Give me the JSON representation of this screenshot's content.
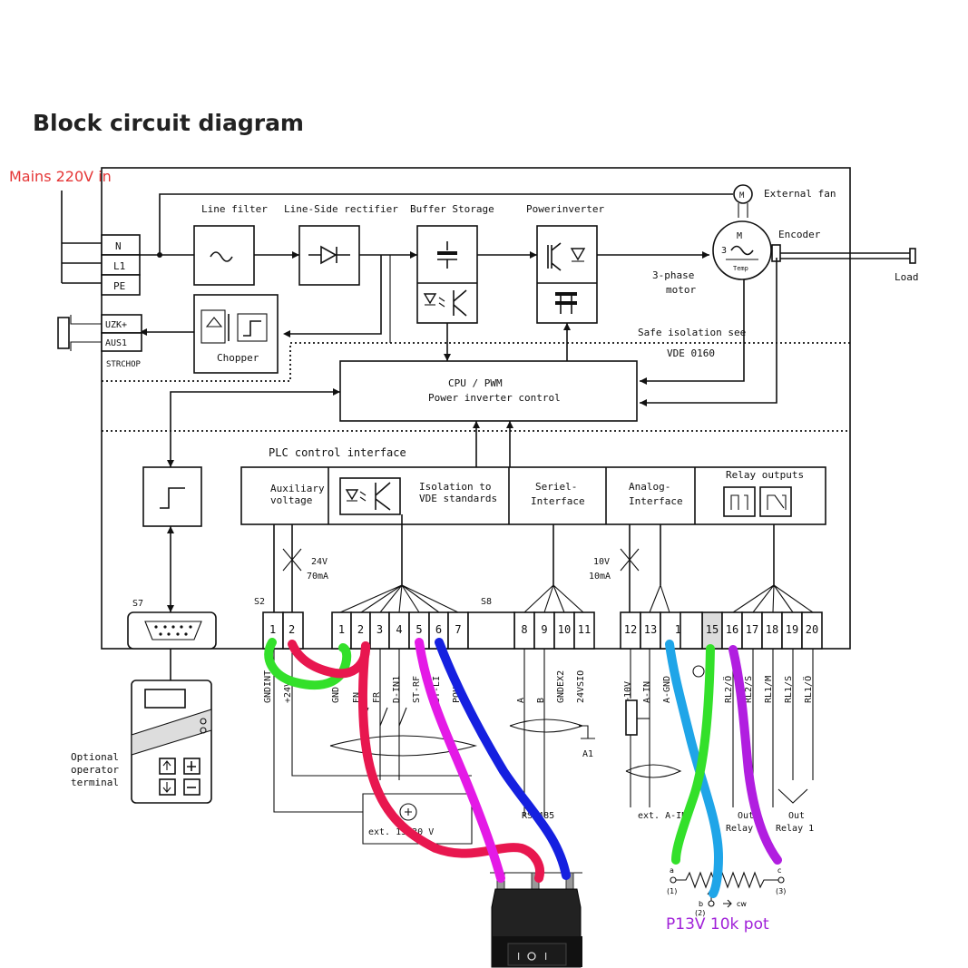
{
  "title": "Block circuit diagram",
  "annotations": {
    "mains": "Mains 220V in",
    "pot": "P13V 10k pot"
  },
  "power_stage": {
    "line_filter": "Line filter",
    "line_side_rectifier": "Line-Side rectifier",
    "buffer_storage": "Buffer Storage",
    "power_inverter": "Powerinverter",
    "external_fan": "External fan",
    "encoder": "Encoder",
    "load": "Load",
    "motor": "3-phase motor",
    "motor_label": "3-phase",
    "motor_label2": "motor",
    "motor_m": "M",
    "motor_3": "3",
    "motor_temp": "Temp",
    "fan_m": "M",
    "chopper": "Chopper",
    "safe_isolation": "Safe isolation see",
    "vde": "VDE 0160"
  },
  "mains_terminals": [
    "N",
    "L1",
    "PE"
  ],
  "brake_terminals": [
    "UZK+",
    "AUS1"
  ],
  "strchop": "STRCHOP",
  "cpu": {
    "line1": "CPU / PWM",
    "line2": "Power inverter control"
  },
  "plc": {
    "title": "PLC control interface",
    "aux_voltage_1": "Auxiliary",
    "aux_voltage_2": "voltage",
    "isolation_1": "Isolation to",
    "isolation_2": "VDE standards",
    "serial_1": "Seriel-",
    "serial_2": "Interface",
    "analog_1": "Analog-",
    "analog_2": "Interface",
    "relay": "Relay outputs",
    "v24": "24V",
    "ma70": "70mA",
    "v10": "10V",
    "ma10": "10mA"
  },
  "connectors": {
    "s7": "S7",
    "s2": "S2",
    "s8": "S8",
    "optional_terminal": [
      "Optional",
      "operator",
      "terminal"
    ]
  },
  "s2_terminals": [
    "1",
    "2"
  ],
  "s8_terminals": [
    "1",
    "2",
    "3",
    "4",
    "5",
    "6",
    "7",
    "8",
    "9",
    "10",
    "11",
    "12",
    "13",
    "14",
    "15",
    "16",
    "17",
    "18",
    "19",
    "20"
  ],
  "terminal_names": [
    "GNDINT",
    "+24V",
    "GND",
    "EN",
    "FR",
    "D-IN1",
    "ST-RF",
    "ST-LI",
    "PQUI",
    "A",
    "B",
    "GNDEX2",
    "24VSIO",
    "+10V",
    "A-IN",
    "A-GND",
    "RL2/Ö",
    "RL2/S",
    "RL1/M",
    "RL1/S",
    "RL1/Ö"
  ],
  "bottom": {
    "ext_supply": "ext. 13-30 V",
    "rs485": "RS 485",
    "a1": "A1",
    "ext_analog": "ext. A-IN",
    "out_relay2_1": "Out",
    "out_relay2_2": "Relay 2",
    "out_relay1_1": "Out",
    "out_relay1_2": "Relay 1"
  },
  "pot_labels": {
    "a": "a",
    "a1": "(1)",
    "b": "b",
    "b2": "(2)",
    "c": "c",
    "c3": "(3)",
    "cw": "cw"
  },
  "colors": {
    "annotation_red": "#e53535",
    "annotation_purple": "#a020d8",
    "wire_green": "#33e02a",
    "wire_red": "#e8174f",
    "wire_magenta": "#e41ae6",
    "wire_blue": "#1520e0",
    "wire_cyan": "#1fa5e8",
    "wire_purple": "#b11ee0"
  }
}
